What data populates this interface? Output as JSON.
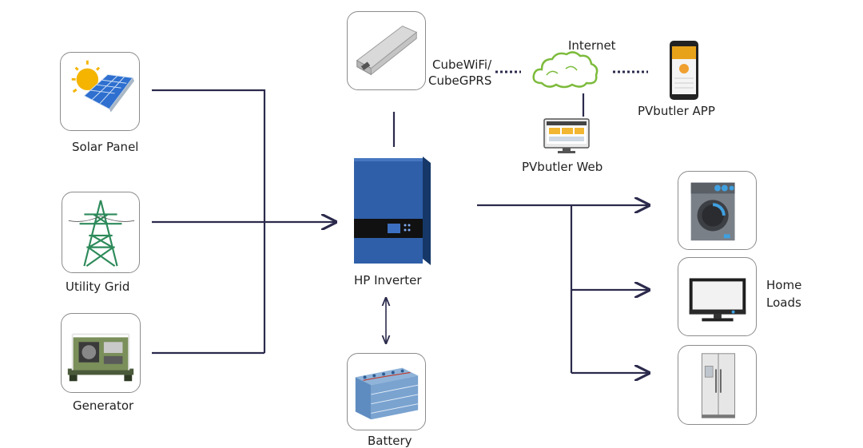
{
  "sources": {
    "solar_label": "Solar Panel",
    "grid_label": "Utility Grid",
    "generator_label": "Generator"
  },
  "inverter": {
    "label": "HP Inverter"
  },
  "battery": {
    "label": "Battery"
  },
  "comm": {
    "module_label_line1": "CubeWiFi/",
    "module_label_line2": "CubeGPRS",
    "internet_label": "Internet",
    "app_label": "PVbutler APP",
    "web_label": "PVbutler Web"
  },
  "loads": {
    "label_line1": "Home",
    "label_line2": "Loads"
  },
  "colors": {
    "line": "#2b2a4c",
    "inverter_blue": "#2f5fa8",
    "cloud": "#7dbb3c"
  }
}
